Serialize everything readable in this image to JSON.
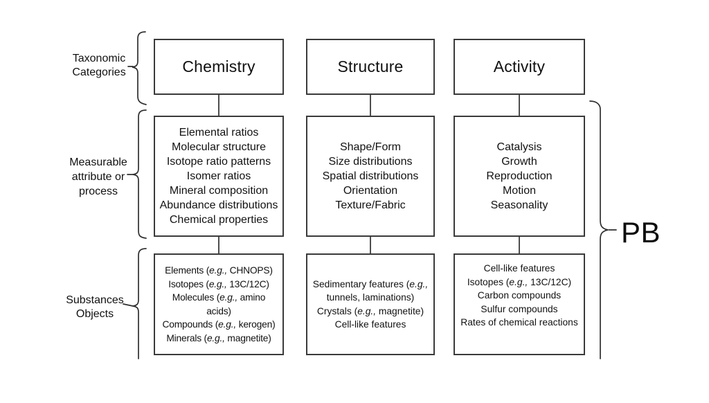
{
  "figure": {
    "background": "#ffffff",
    "line_color": "#2e2e2e",
    "text_color": "#111111",
    "pb_label": "PB",
    "row_labels": [
      {
        "id": "taxonomic",
        "lines": [
          "Taxonomic",
          "Categories"
        ]
      },
      {
        "id": "measurable",
        "lines": [
          "Measurable",
          "attribute or",
          "process"
        ]
      },
      {
        "id": "substances",
        "lines": [
          "Substances",
          "Objects"
        ]
      }
    ],
    "columns": [
      {
        "title": "Chemistry",
        "measurable": [
          "Elemental ratios",
          "Molecular structure",
          "Isotope ratio patterns",
          "Isomer ratios",
          "Mineral composition",
          "Abundance distributions",
          "Chemical properties"
        ],
        "substances": [
          "Elements (*e.g.,* CHNOPS)",
          "Isotopes (*e.g.,* 13C/12C)",
          "Molecules (*e.g.,* amino acids)",
          "Compounds (*e.g.,* kerogen)",
          "Minerals (*e.g.,* magnetite)"
        ]
      },
      {
        "title": "Structure",
        "measurable": [
          "Shape/Form",
          "Size distributions",
          "Spatial distributions",
          "Orientation",
          "Texture/Fabric"
        ],
        "substances": [
          "Sedimentary features (*e.g.,* tunnels, laminations)",
          "Crystals (*e.g.,* magnetite)",
          "Cell-like features"
        ]
      },
      {
        "title": "Activity",
        "measurable": [
          "Catalysis",
          "Growth",
          "Reproduction",
          "Motion",
          "Seasonality"
        ],
        "substances": [
          "Cell-like features",
          "Isotopes (*e.g.,* 13C/12C)",
          "Carbon compounds",
          "Sulfur compounds",
          "Rates of chemical reactions"
        ]
      }
    ]
  }
}
